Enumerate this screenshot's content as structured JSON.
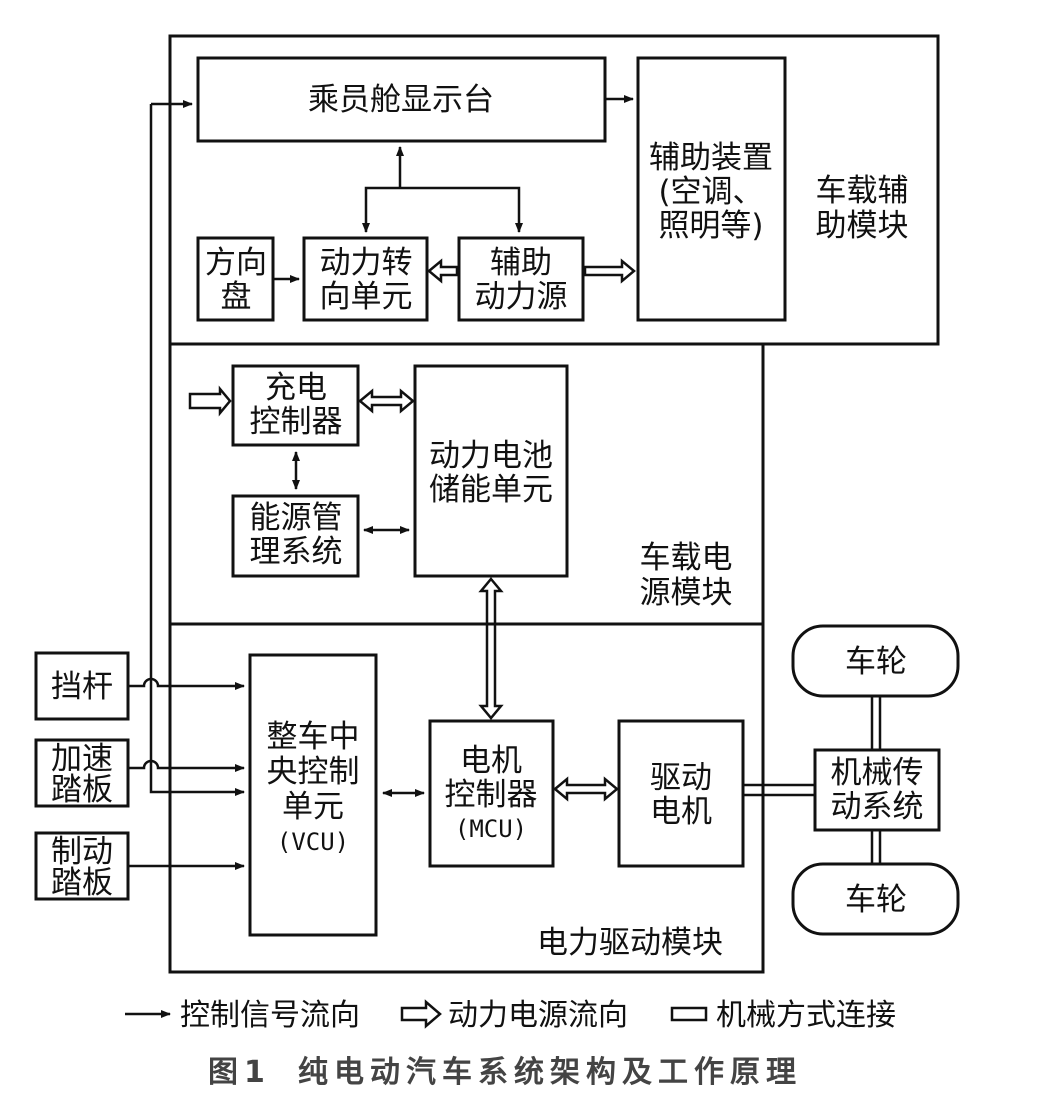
{
  "boxes": {
    "cabin_display": [
      "乘员舱显示台"
    ],
    "aux_device": [
      "辅助装置",
      "(空调、",
      "照明等)"
    ],
    "steering_wheel": [
      "方向",
      "盘"
    ],
    "power_steering": [
      "动力转",
      "向单元"
    ],
    "aux_power": [
      "辅助",
      "动力源"
    ],
    "charge_controller": [
      "充电",
      "控制器"
    ],
    "energy_mgmt": [
      "能源管",
      "理系统"
    ],
    "battery": [
      "动力电池",
      "储能单元"
    ],
    "gear_lever": [
      "挡杆"
    ],
    "accel_pedal": [
      "加速",
      "踏板"
    ],
    "brake_pedal": [
      "制动",
      "踏板"
    ],
    "vcu": [
      "整车中",
      "央控制",
      "单元",
      "(VCU)"
    ],
    "mcu": [
      "电机",
      "控制器",
      "(MCU)"
    ],
    "drive_motor": [
      "驱动",
      "电机"
    ],
    "wheel_top": [
      "车轮"
    ],
    "wheel_bottom": [
      "车轮"
    ],
    "mech_transmission": [
      "机械传",
      "动系统"
    ]
  },
  "modules": {
    "aux_module": [
      "车载辅",
      "助模块"
    ],
    "power_module": [
      "车载电",
      "源模块"
    ],
    "drive_module": [
      "电力驱动模块"
    ]
  },
  "legend": {
    "control_signal": "控制信号流向",
    "power_flow": "动力电源流向",
    "mechanical": "机械方式连接"
  },
  "caption": {
    "figure_no": "图1",
    "title": "纯电动汽车系统架构及工作原理"
  }
}
